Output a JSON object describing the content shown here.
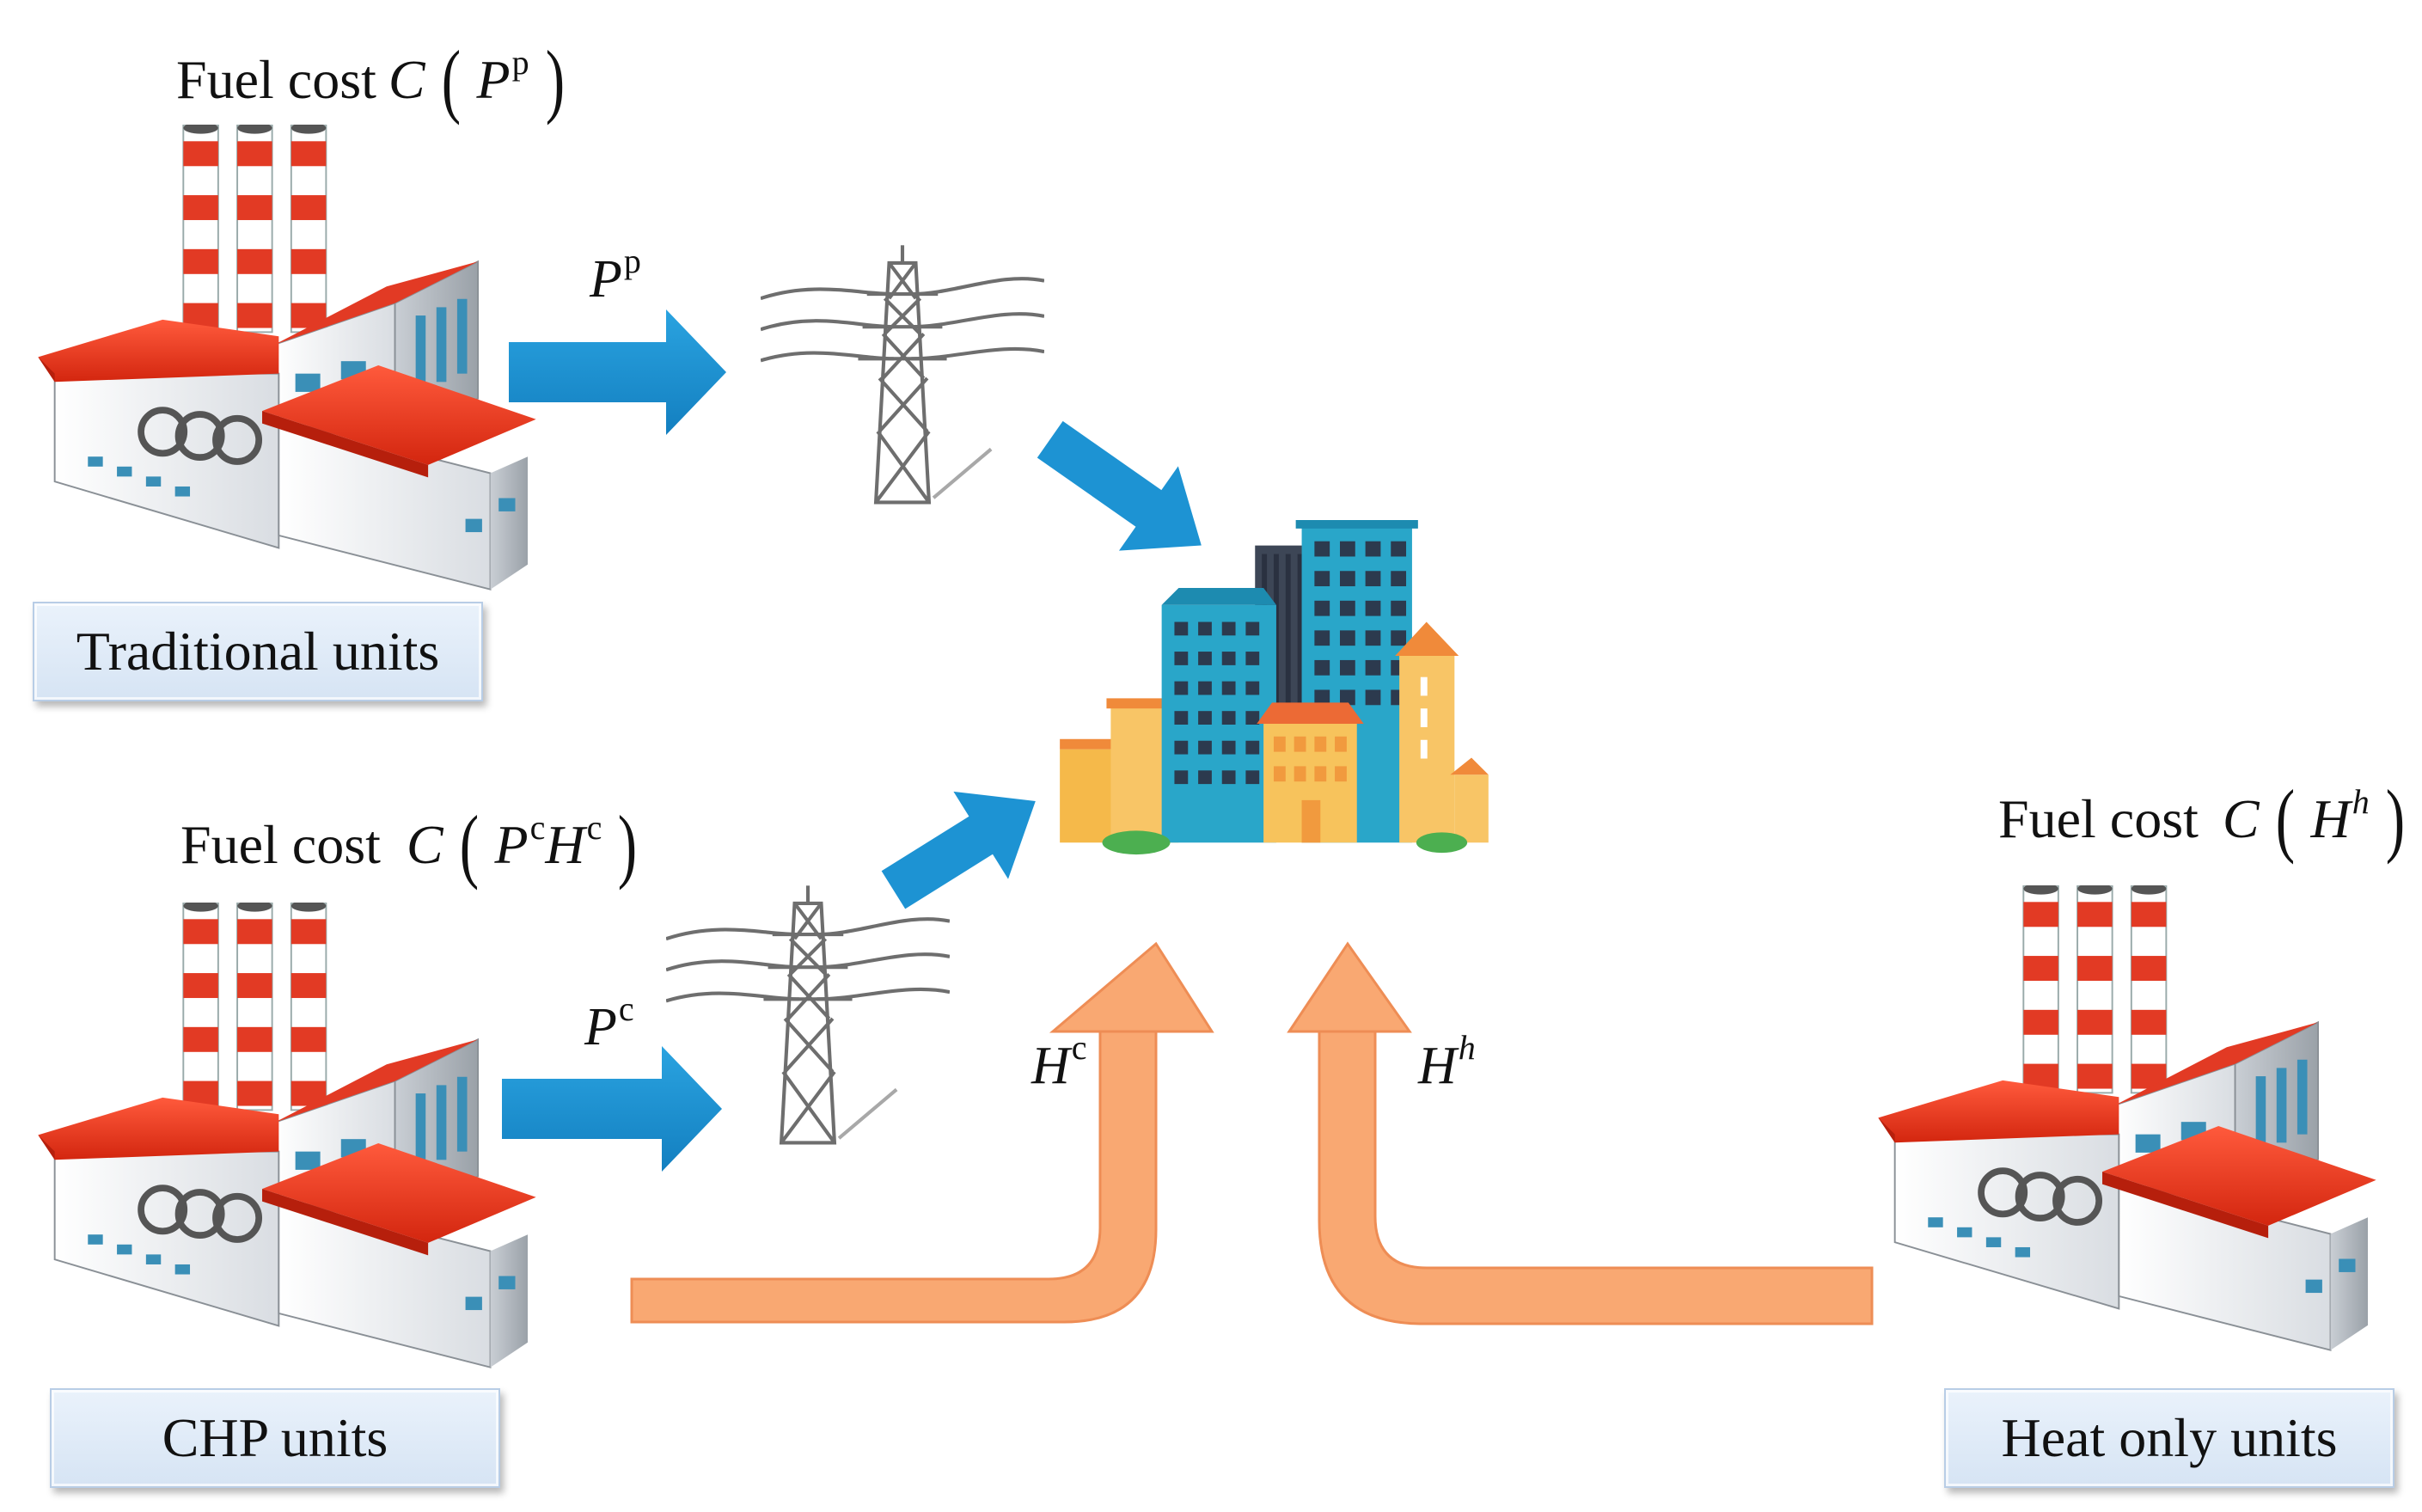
{
  "units": {
    "traditional": {
      "label": "Traditional units",
      "fuel_word": "Fuel cost",
      "fuel_fn": "C",
      "fuel_var": "P",
      "fuel_sup": "p"
    },
    "chp": {
      "label": "CHP units",
      "fuel_word": "Fuel cost",
      "fuel_fn": "C",
      "fuel_var1": "P",
      "fuel_sup1": "c",
      "fuel_var2": "H",
      "fuel_sup2": "c"
    },
    "heat_only": {
      "label": "Heat only units",
      "fuel_word": "Fuel cost",
      "fuel_fn": "C",
      "fuel_var": "H",
      "fuel_sup": "h"
    }
  },
  "flows": {
    "power_traditional": {
      "var": "P",
      "sup": "p"
    },
    "power_chp": {
      "var": "P",
      "sup": "c"
    },
    "heat_chp": {
      "var": "H",
      "sup": "c"
    },
    "heat_only": {
      "var": "H",
      "sup": "h"
    }
  },
  "colors": {
    "power_arrow": "#1d93d3",
    "heat_arrow": "#f9a872",
    "heat_arrow_stroke": "#ee8d55",
    "factory_roof": "#e8321c",
    "chimney_red": "#e23a24",
    "label_box": "#dbe7f5"
  },
  "icons": [
    "factory-icon",
    "power-tower-icon",
    "city-icon"
  ]
}
